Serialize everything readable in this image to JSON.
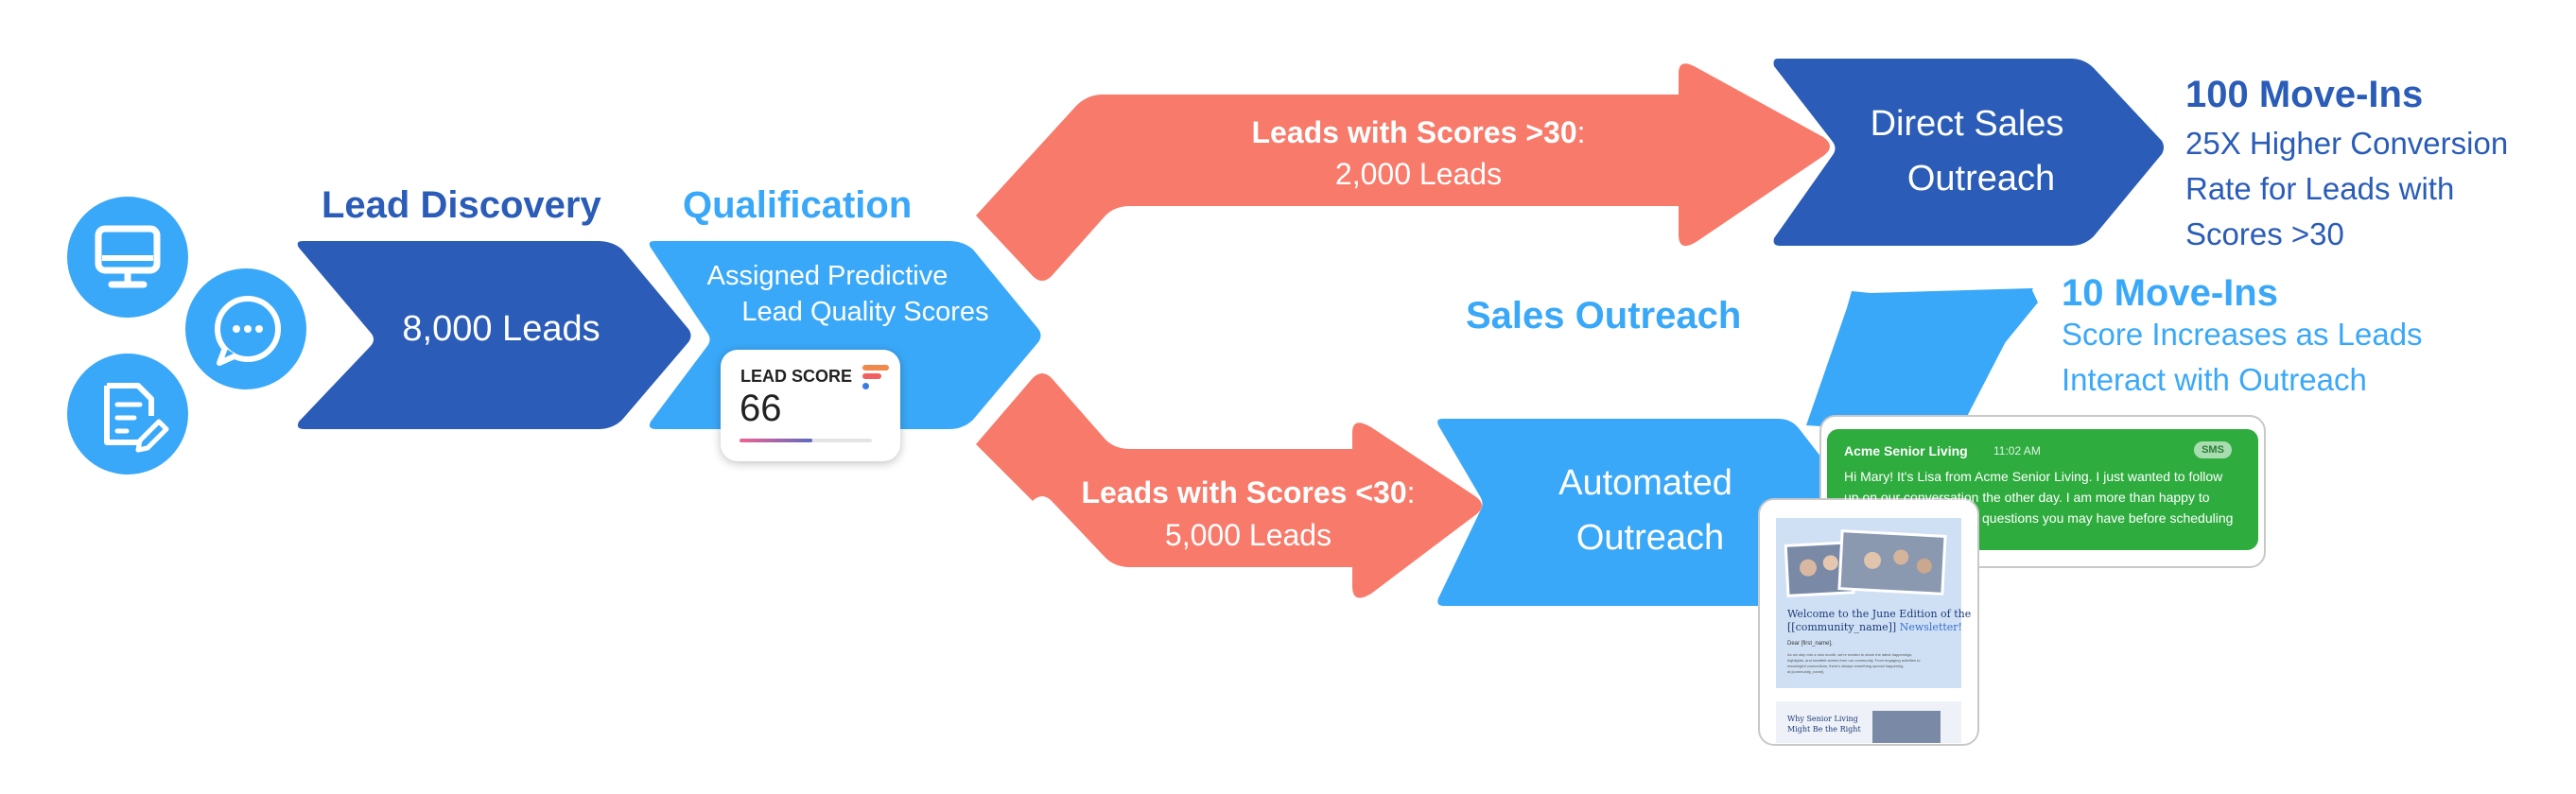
{
  "colors": {
    "dark_blue": "#2a5cb8",
    "light_blue": "#3aa8f8",
    "salmon": "#f87a6a",
    "sms_green": "#2eac3e"
  },
  "icons": [
    "monitor-icon",
    "chat-bubble-icon",
    "document-edit-icon"
  ],
  "stages": {
    "discovery": {
      "heading": "Lead Discovery",
      "body": "8,000 Leads"
    },
    "qualification": {
      "heading": "Qualification",
      "line1": "Assigned Predictive",
      "line2": "Lead Quality Scores"
    },
    "lead_score": {
      "label": "LEAD SCORE",
      "value": "66",
      "progress": 0.55
    },
    "high_branch": {
      "line1_bold": "Leads with Scores >30",
      "line1_suffix": ":",
      "line2": "2,000 Leads"
    },
    "low_branch": {
      "line1_bold": "Leads with Scores <30",
      "line1_suffix": ":",
      "line2": "5,000 Leads"
    },
    "direct": {
      "line1": "Direct Sales",
      "line2": "Outreach"
    },
    "direct_result": {
      "title": "100 Move-Ins",
      "line1": "25X Higher Conversion",
      "line2": "Rate for Leads with",
      "line3": "Scores >30"
    },
    "sales_outreach": {
      "heading": "Sales Outreach"
    },
    "automated": {
      "line1": "Automated",
      "line2": "Outreach"
    },
    "auto_result": {
      "title": "10 Move-Ins",
      "line1": "Score Increases as Leads",
      "line2": "Interact with Outreach"
    }
  },
  "sms_card": {
    "sender": "Acme Senior Living",
    "time": "11:02 AM",
    "badge": "SMS",
    "line1": "Hi Mary! It's Lisa from Acme Senior Living. I just wanted to follow",
    "line2": "up on our conversation the other day. I am more than happy to",
    "line3": "questions you may have before scheduling"
  },
  "newsletter_card": {
    "title_line1": "Welcome to the June Edition of the",
    "title_line2": "[[community_name]]",
    "title_highlight": "Newsletter!",
    "greeting": "Dear [first_name],",
    "body_line1": "As we step into a new month, we're excited to share the latest happenings,",
    "body_line2": "highlights, and heartfelt stories from our community. From engaging activities to",
    "body_line3": "meaningful connections, there's always something special happening",
    "body_line4": "at [community_name].",
    "footer_line1": "Why Senior Living",
    "footer_line2": "Might Be the Right"
  }
}
